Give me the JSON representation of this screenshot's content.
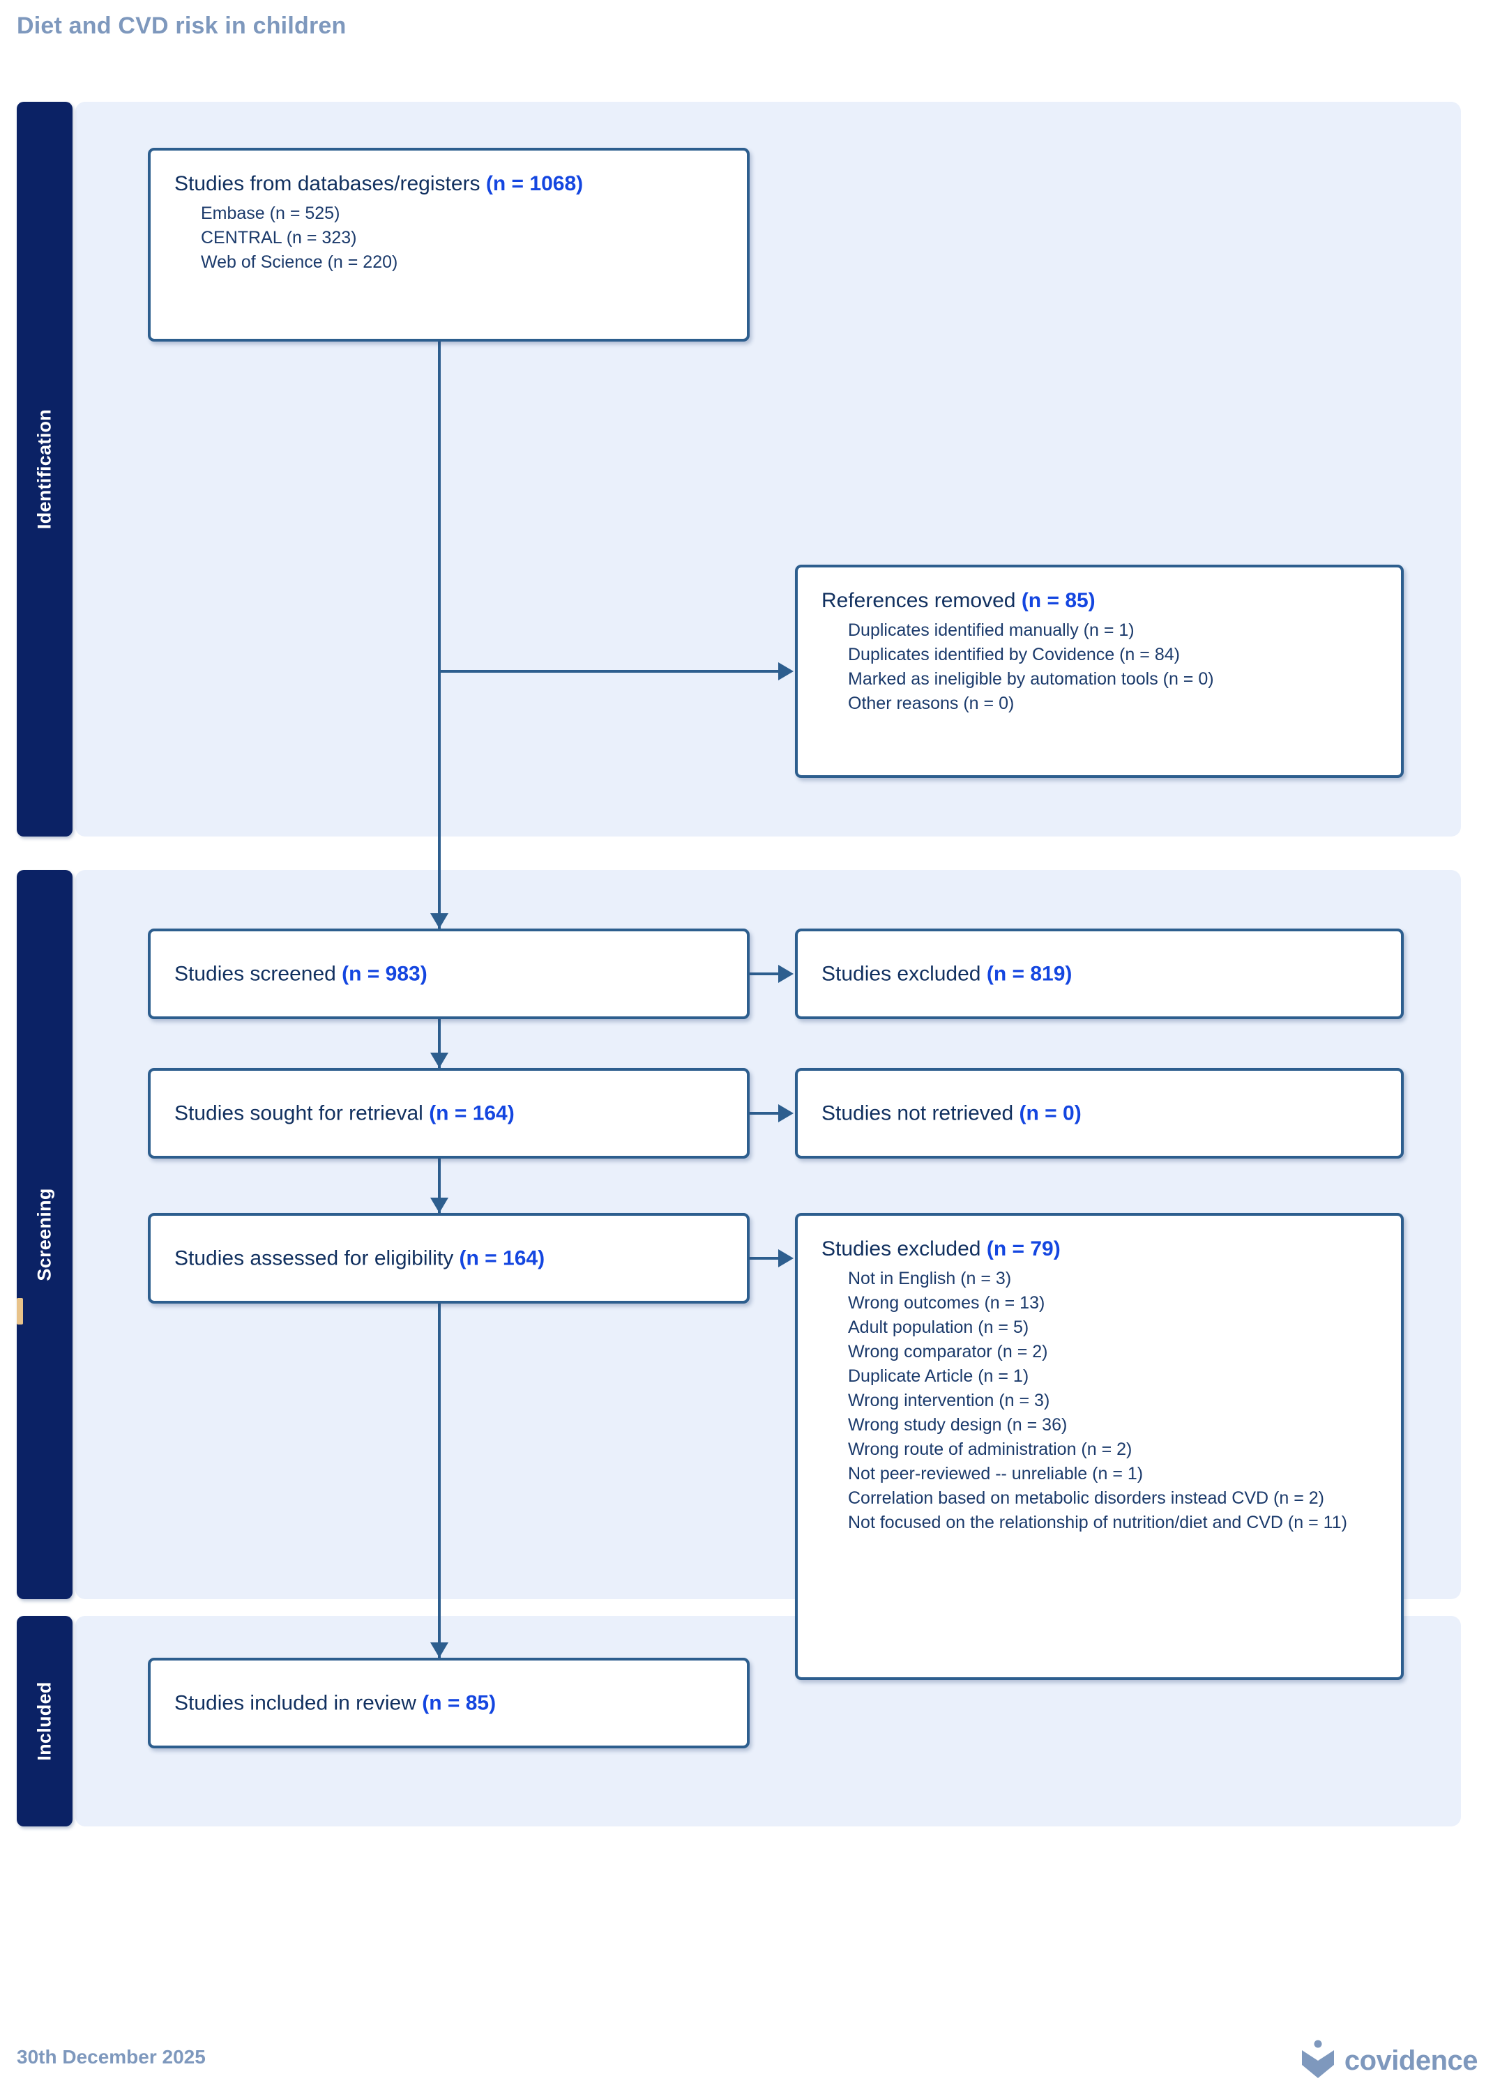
{
  "title": "Diet and CVD risk in children",
  "colors": {
    "accent_count": "#1446e0",
    "box_border": "#2d5e8e",
    "sidebar_navy": "#0b2265",
    "band_background": "#eaf0fb",
    "muted_blue": "#7e98bd",
    "marker_gold": "#e8c38a"
  },
  "stages": [
    {
      "key": "identification",
      "label": "Identification"
    },
    {
      "key": "screening",
      "label": "Screening"
    },
    {
      "key": "included",
      "label": "Included"
    }
  ],
  "boxes": {
    "databases": {
      "head_text": "Studies from databases/registers ",
      "head_count": "(n = 1068)",
      "items": [
        "Embase (n = 525)",
        "CENTRAL (n = 323)",
        "Web of Science (n = 220)"
      ]
    },
    "references_removed": {
      "head_text": "References removed ",
      "head_count": "(n = 85)",
      "items": [
        "Duplicates identified manually (n = 1)",
        "Duplicates identified by Covidence (n = 84)",
        "Marked as ineligible by automation tools (n = 0)",
        "Other reasons (n = 0)"
      ]
    },
    "screened": {
      "head_text": "Studies screened ",
      "head_count": "(n = 983)"
    },
    "excluded_screened": {
      "head_text": "Studies excluded ",
      "head_count": "(n = 819)"
    },
    "sought": {
      "head_text": "Studies sought for retrieval ",
      "head_count": "(n = 164)"
    },
    "not_retrieved": {
      "head_text": "Studies not retrieved ",
      "head_count": "(n = 0)"
    },
    "eligibility": {
      "head_text": "Studies assessed for eligibility ",
      "head_count": "(n = 164)"
    },
    "excluded_eligible": {
      "head_text": "Studies excluded ",
      "head_count": "(n = 79)",
      "items": [
        "Not in English (n = 3)",
        "Wrong outcomes (n = 13)",
        "Adult population (n = 5)",
        "Wrong comparator (n = 2)",
        "Duplicate Article (n = 1)",
        "Wrong intervention (n = 3)",
        "Wrong study design (n = 36)",
        "Wrong route of administration (n = 2)",
        "Not peer-reviewed -- unreliable (n = 1)",
        "Correlation based on metabolic disorders instead CVD (n = 2)",
        "Not focused on the relationship of nutrition/diet and CVD (n = 11)"
      ]
    },
    "included": {
      "head_text": "Studies included in review ",
      "head_count": "(n = 85)"
    }
  },
  "footer": {
    "date": "30th December 2025",
    "logo_text": "covidence"
  }
}
